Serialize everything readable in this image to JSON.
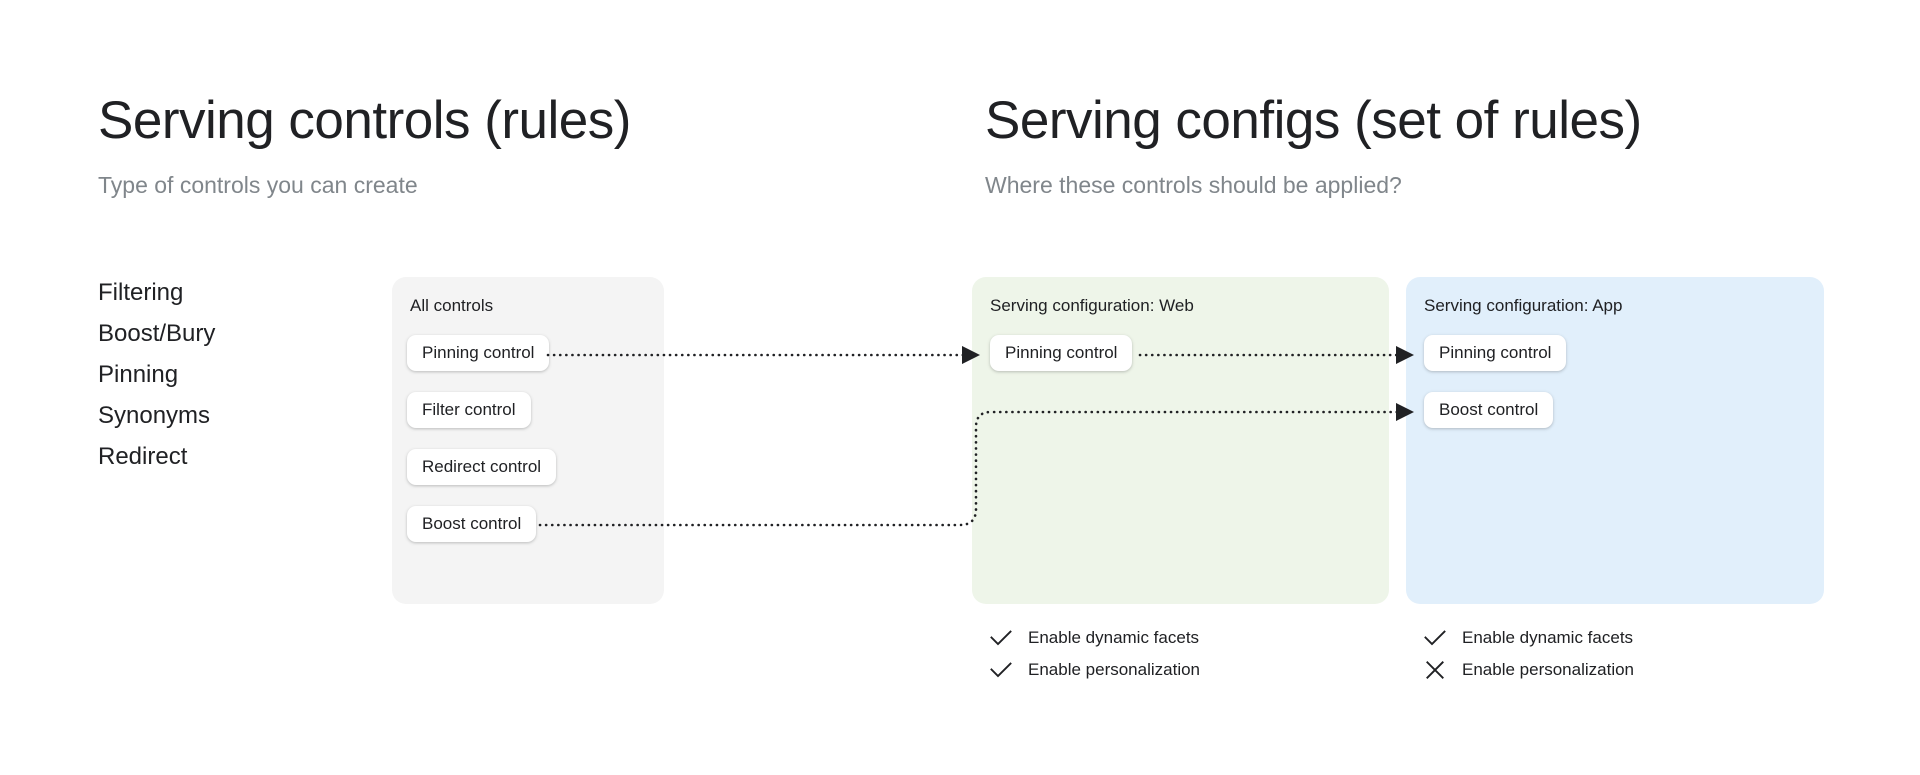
{
  "left_column": {
    "title": "Serving controls (rules)",
    "subtitle": "Type of controls you can create",
    "control_types": [
      {
        "label": "Filtering"
      },
      {
        "label": "Boost/Bury"
      },
      {
        "label": "Pinning"
      },
      {
        "label": "Synonyms"
      },
      {
        "label": "Redirect"
      }
    ],
    "all_controls_card": {
      "title": "All controls",
      "chips": [
        {
          "label": "Pinning control"
        },
        {
          "label": "Filter control"
        },
        {
          "label": "Redirect control"
        },
        {
          "label": "Boost control"
        }
      ]
    }
  },
  "right_column": {
    "title": "Serving configs (set of rules)",
    "subtitle": "Where these controls should be applied?",
    "configs": [
      {
        "title": "Serving configuration: Web",
        "accent": "#eef5e9",
        "chips": [
          {
            "label": "Pinning control"
          }
        ],
        "options": [
          {
            "label": "Enable dynamic facets",
            "icon": "check-icon",
            "state": "enabled"
          },
          {
            "label": "Enable personalization",
            "icon": "check-icon",
            "state": "enabled"
          }
        ]
      },
      {
        "title": "Serving configuration: App",
        "accent": "#e1effb",
        "chips": [
          {
            "label": "Pinning control"
          },
          {
            "label": "Boost control"
          }
        ],
        "options": [
          {
            "label": "Enable dynamic facets",
            "icon": "check-icon",
            "state": "enabled"
          },
          {
            "label": "Enable personalization",
            "icon": "close-icon",
            "state": "disabled"
          }
        ]
      }
    ]
  },
  "connectors": [
    {
      "from": "all-controls.pinning-control",
      "to": "config-web.pinning-control",
      "style": "dotted-arrow"
    },
    {
      "from": "config-web.pinning-control",
      "to": "config-app.pinning-control",
      "style": "dotted-arrow"
    },
    {
      "from": "all-controls.boost-control",
      "to": "config-app.boost-control",
      "style": "dotted-arrow-elbow"
    }
  ],
  "colors": {
    "background": "#ffffff",
    "text": "#202124",
    "muted_text": "#80868b",
    "card_neutral": "#f4f4f4",
    "card_web": "#eef5e9",
    "card_app": "#e1effb",
    "chip": "#ffffff",
    "connector": "#202124"
  }
}
